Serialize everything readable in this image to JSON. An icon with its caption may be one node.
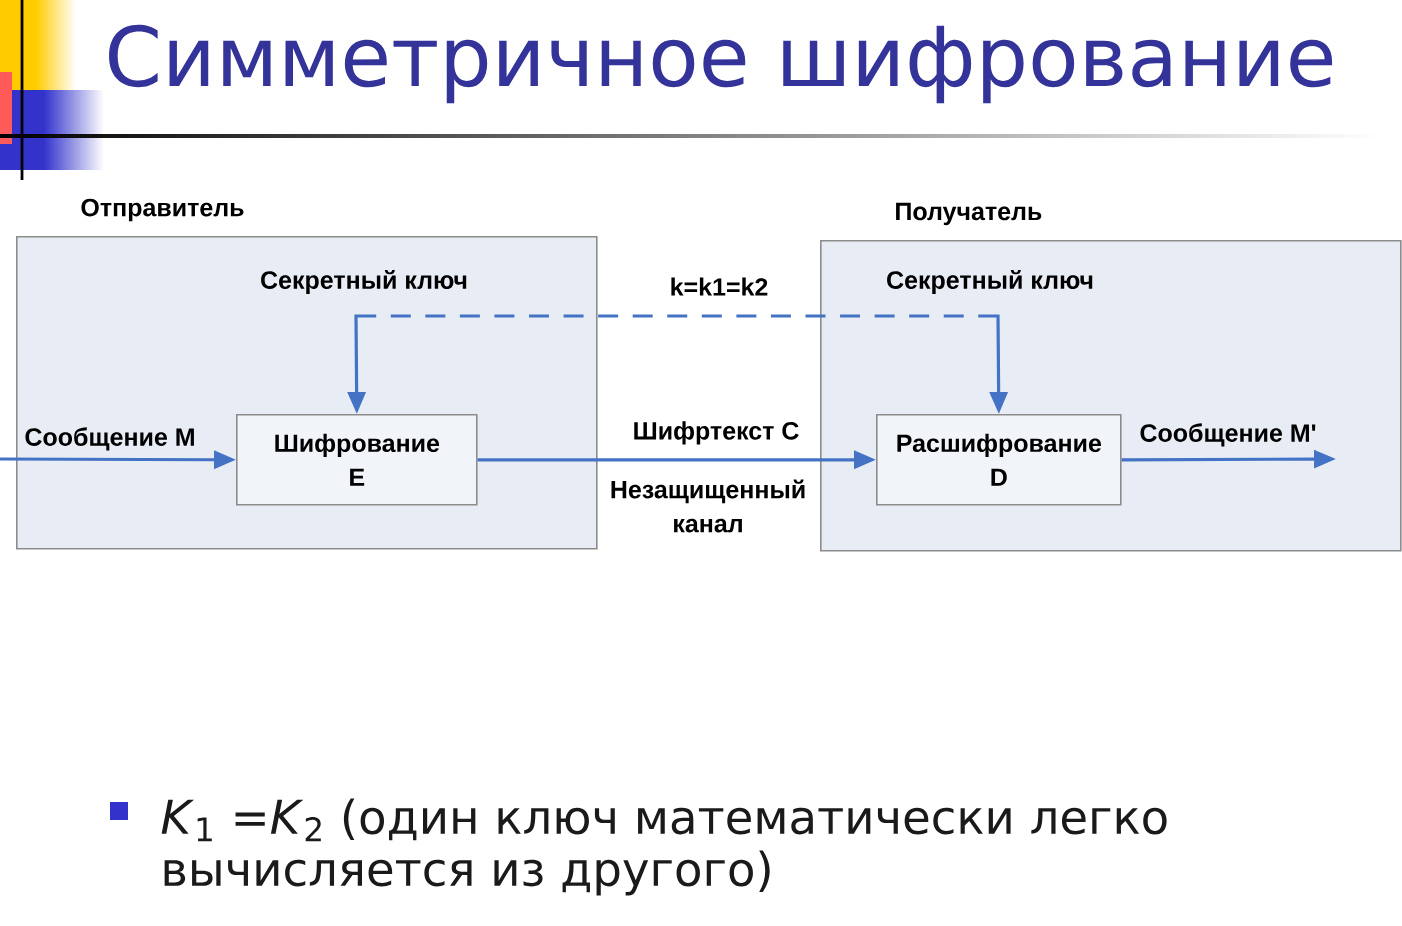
{
  "diagram": {
    "title": "Симметричное шифрование",
    "nodes": [
      {
        "text": [
          "Отправитель"
        ]
      },
      {
        "text": [
          "Шифрование E"
        ],
        "in": 0
      },
      {
        "text": [
          "Получатель"
        ]
      },
      {
        "text": [
          "Расшифрование D"
        ],
        "in": 2
      }
    ],
    "edges": [
      {
        "from": null,
        "to": 1,
        "arrow": "to",
        "label": "Сообщение M"
      },
      {
        "from": 1,
        "to": 3,
        "arrow": "both",
        "style": "dashed",
        "label": "k=k1=k2"
      },
      {
        "from": 1,
        "to": 3,
        "arrow": "to",
        "label": "Шифртекст C"
      },
      {
        "from": 3,
        "to": null,
        "arrow": "to",
        "label": "Сообщение M'"
      }
    ],
    "labels": [
      "Секретный ключ",
      "Секретный ключ",
      "Незащищенный канал",
      "*K*$_{1}$ =*K*$_{2}$ (один ключ математически легко вычисляется из другого)"
    ]
  }
}
